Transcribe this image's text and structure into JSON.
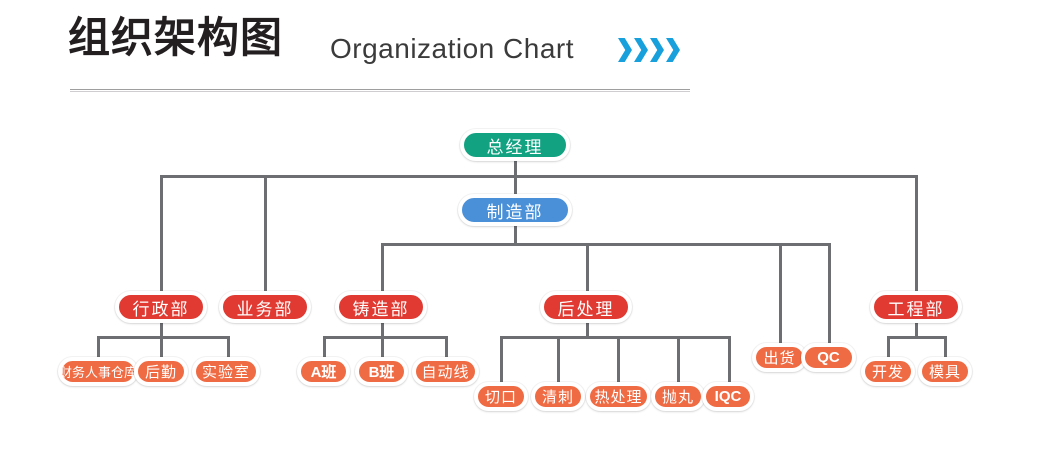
{
  "header": {
    "title_cn": "组织架构图",
    "title_en": "Organization Chart",
    "chevron_icon": "double-chevron-right-icon",
    "chevron_count": 4,
    "accent_color": "#18a0dd",
    "rule_color": "#9e9e9e"
  },
  "colors": {
    "level1": "#12a181",
    "level2": "#4a90d9",
    "level3": "#e03a32",
    "level4": "#ef6b43",
    "connector": "#6d6e71",
    "background": "#ffffff"
  },
  "chart_data": {
    "type": "diagram",
    "title": "组织架构图 Organization Chart",
    "root": "总经理",
    "nodes": [
      {
        "id": "gm",
        "label": "总经理",
        "level": 1,
        "parent": null
      },
      {
        "id": "mfg",
        "label": "制造部",
        "level": 2,
        "parent": "gm"
      },
      {
        "id": "admin",
        "label": "行政部",
        "level": 3,
        "parent": "gm"
      },
      {
        "id": "sales",
        "label": "业务部",
        "level": 3,
        "parent": "gm"
      },
      {
        "id": "eng",
        "label": "工程部",
        "level": 3,
        "parent": "gm"
      },
      {
        "id": "casting",
        "label": "铸造部",
        "level": 3,
        "parent": "mfg"
      },
      {
        "id": "post",
        "label": "后处理",
        "level": 3,
        "parent": "mfg"
      },
      {
        "id": "ship",
        "label": "出货",
        "level": 4,
        "parent": "mfg"
      },
      {
        "id": "qc",
        "label": "QC",
        "level": 4,
        "parent": "mfg"
      },
      {
        "id": "finance",
        "label": "财务人事仓库",
        "level": 4,
        "parent": "admin"
      },
      {
        "id": "logistic",
        "label": "后勤",
        "level": 4,
        "parent": "admin"
      },
      {
        "id": "lab",
        "label": "实验室",
        "level": 4,
        "parent": "admin"
      },
      {
        "id": "shiftA",
        "label": "A班",
        "level": 4,
        "parent": "casting"
      },
      {
        "id": "shiftB",
        "label": "B班",
        "level": 4,
        "parent": "casting"
      },
      {
        "id": "autoline",
        "label": "自动线",
        "level": 4,
        "parent": "casting"
      },
      {
        "id": "cut",
        "label": "切口",
        "level": 4,
        "parent": "post"
      },
      {
        "id": "deburr",
        "label": "清刺",
        "level": 4,
        "parent": "post"
      },
      {
        "id": "heat",
        "label": "热处理",
        "level": 4,
        "parent": "post"
      },
      {
        "id": "shotblast",
        "label": "抛丸",
        "level": 4,
        "parent": "post"
      },
      {
        "id": "iqc",
        "label": "IQC",
        "level": 4,
        "parent": "post"
      },
      {
        "id": "dev",
        "label": "开发",
        "level": 4,
        "parent": "eng"
      },
      {
        "id": "mold",
        "label": "模具",
        "level": 4,
        "parent": "eng"
      }
    ]
  }
}
